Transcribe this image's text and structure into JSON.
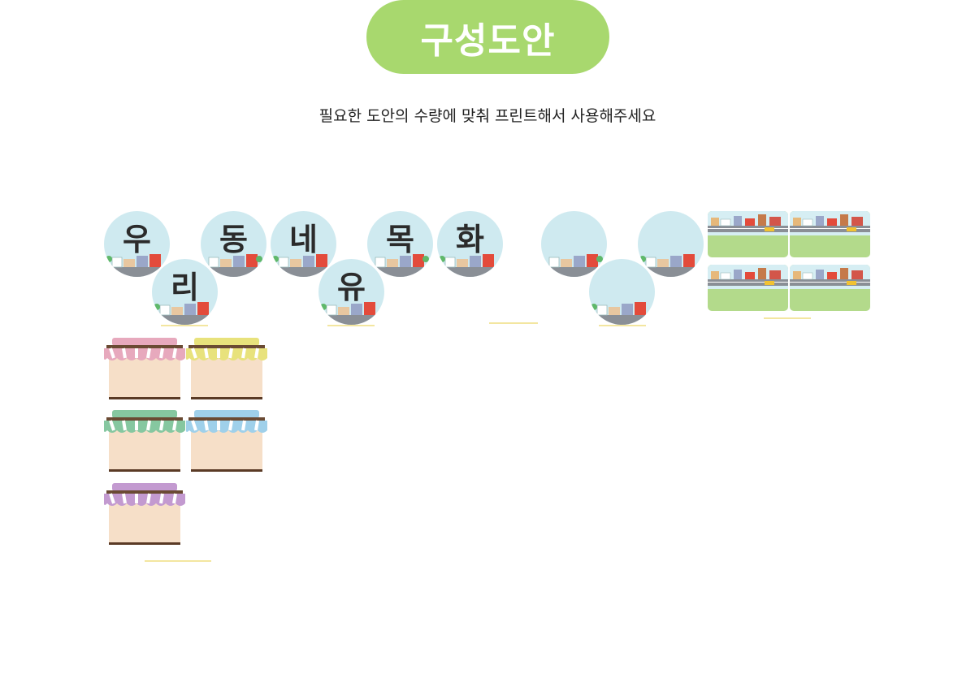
{
  "header": {
    "title": "구성도안",
    "subtitle": "필요한 도안의 수량에 맞춰 프린트해서 사용해주세요"
  },
  "colors": {
    "title_pill": "#a8d86e",
    "circle_sky": "#cfeaf0",
    "card_grass": "#b3da8b",
    "stall_body": "#f6dfc8"
  },
  "letter_circles": [
    {
      "letter": "우"
    },
    {
      "letter": "리"
    },
    {
      "letter": "동"
    },
    {
      "letter": "네"
    },
    {
      "letter": "유"
    },
    {
      "letter": "목"
    },
    {
      "letter": "화"
    }
  ],
  "blank_circles": [
    {
      "letter": ""
    },
    {
      "letter": ""
    },
    {
      "letter": ""
    }
  ],
  "scene_cards": [
    {},
    {},
    {},
    {}
  ],
  "shop_stalls": [
    {
      "awning_color": "#e7a9bd"
    },
    {
      "awning_color": "#e8e27c"
    },
    {
      "awning_color": "#86c7a0"
    },
    {
      "awning_color": "#9fd0ea"
    },
    {
      "awning_color": "#c39ad0"
    }
  ]
}
